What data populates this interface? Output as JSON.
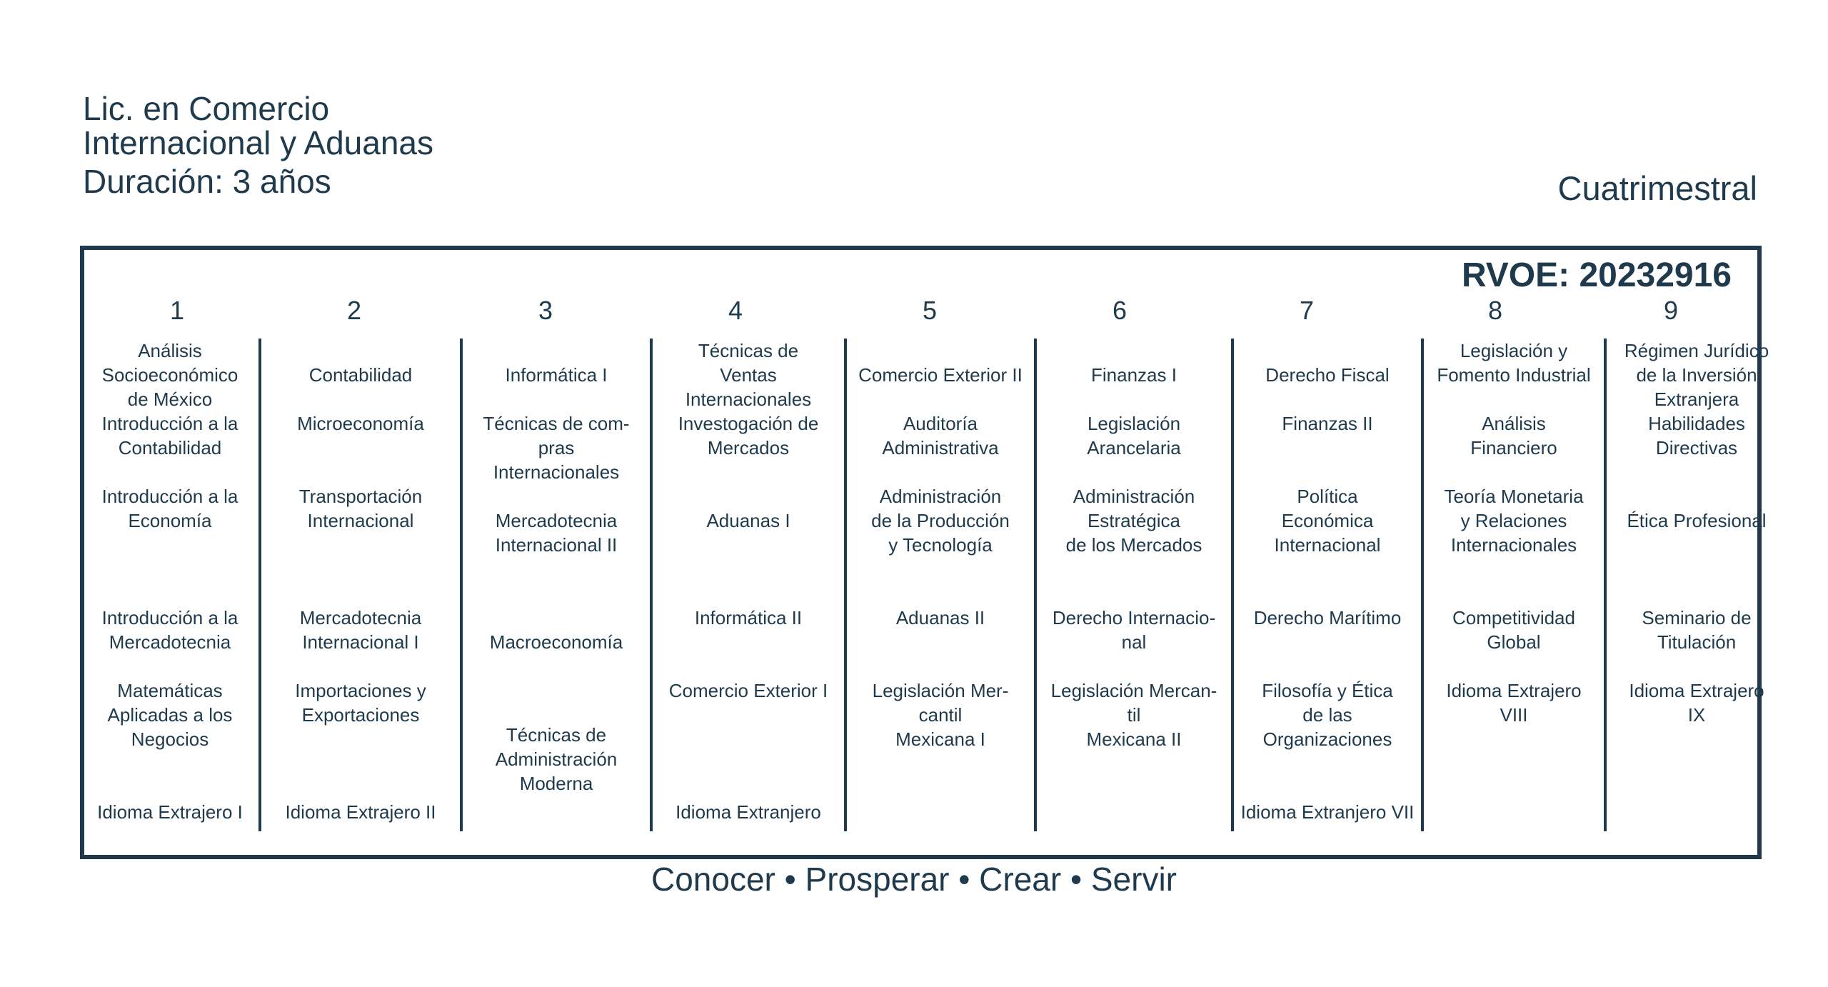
{
  "header": {
    "title_line1": "Lic. en Comercio",
    "title_line2": "Internacional y Aduanas",
    "duration": "Duración: 3 años",
    "modality": "Cuatrimestral"
  },
  "plan": {
    "rvoe": "RVOE: 20232916",
    "columns": [
      {
        "number": "1",
        "subjects": [
          "Análisis\nSocioeconómico\nde México",
          "Introducción a la\nContabilidad",
          "Introducción a la\nEconomía",
          "Introducción a la\nMercadotecnia",
          "Matemáticas\nAplicadas a los\nNegocios",
          "Idioma Extrajero I"
        ]
      },
      {
        "number": "2",
        "subjects": [
          "Contabilidad",
          "Microeconomía",
          "Transportación\nInternacional",
          "Mercadotecnia\nInternacional I",
          "Importaciones y\nExportaciones",
          "Idioma Extrajero II"
        ]
      },
      {
        "number": "3",
        "subjects": [
          "Informática I",
          "Técnicas de com-\npras\nInternacionales",
          "Mercadotecnia\nInternacional II",
          "Macroeconomía",
          "Técnicas de\nAdministración\nModerna"
        ]
      },
      {
        "number": "4",
        "subjects": [
          "Técnicas de\nVentas\nInternacionales",
          "Investogación de\nMercados",
          "Aduanas I",
          "Informática II",
          "Comercio Exterior I",
          "Idioma Extranjero"
        ]
      },
      {
        "number": "5",
        "subjects": [
          "Comercio Exterior II",
          "Auditoría\nAdministrativa",
          "Administración\nde la Producción\ny Tecnología",
          "Aduanas II",
          "Legislación Mer-\ncantil\nMexicana I"
        ]
      },
      {
        "number": "6",
        "subjects": [
          "Finanzas I",
          "Legislación\nArancelaria",
          "Administración\nEstratégica\nde los Mercados",
          "Derecho Internacio-\nnal",
          "Legislación Mercan-\ntil\nMexicana II"
        ]
      },
      {
        "number": "7",
        "subjects": [
          "Derecho Fiscal",
          "Finanzas II",
          "Política\nEconómica\nInternacional",
          "Derecho Marítimo",
          "Filosofía y Ética\nde las\nOrganizaciones",
          "Idioma Extranjero VII"
        ]
      },
      {
        "number": "8",
        "subjects": [
          "Legislación y\nFomento Industrial",
          "Análisis\nFinanciero",
          "Teoría Monetaria\ny Relaciones\nInternacionales",
          "Competitividad\nGlobal",
          "Idioma Extrajero\nVIII"
        ]
      },
      {
        "number": "9",
        "subjects": [
          "Régimen Jurídico\nde la Inversión\nExtranjera",
          "Habilidades\nDirectivas",
          "Ética Profesional",
          "Seminario de\nTitulación",
          "Idioma Extrajero\nIX"
        ]
      }
    ]
  },
  "footer": {
    "motto": "Conocer • Prosperar • Crear • Servir"
  },
  "colors": {
    "primary": "#1e3a4c",
    "background": "#ffffff"
  }
}
